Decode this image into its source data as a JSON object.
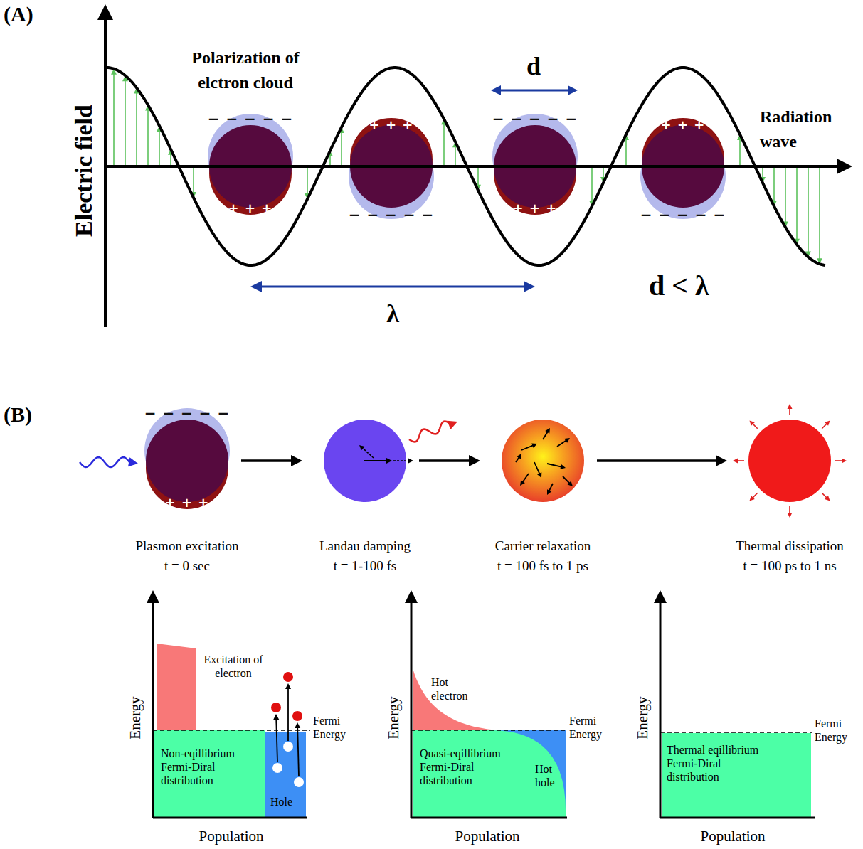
{
  "diagram": {
    "nodes": [
      {
        "text": [
          "Plasmon excitation",
          "t = 0 sec"
        ]
      },
      {
        "text": [
          "Landau damping",
          "t = 1-100 fs"
        ]
      },
      {
        "text": [
          "Carrier relaxation",
          "t = 100 fs to 1 ps"
        ]
      },
      {
        "text": [
          "Thermal dissipation",
          "t = 100 ps to 1 ns"
        ]
      }
    ],
    "edges": [
      {
        "from": 0,
        "to": 1,
        "arrow": "to"
      },
      {
        "from": 1,
        "to": 2,
        "arrow": "to"
      },
      {
        "from": 2,
        "to": 3,
        "arrow": "to"
      }
    ],
    "labels": [
      "(A)",
      "Electric field",
      "Polarization of elctron cloud",
      "d",
      "Radiation wave",
      "− − − − −",
      "+ + + + +",
      "+ + + + +",
      "− − − − −",
      "− − − − −",
      "+ + + + +",
      "+ + + + +",
      "− − − − −",
      "λ",
      "d < λ",
      "(B)",
      "− − − − −",
      "+ + + + +",
      "Excitation of electron",
      "Energy",
      "Fermi Energy",
      "Non-eqillibrium Fermi-Diral distribution",
      "Hole",
      "Population",
      "Hot electron",
      "Energy",
      "Fermi Energy",
      "Quasi-eqillibrium Fermi-Diral distribution",
      "Hot hole",
      "Population",
      "Energy",
      "Fermi Energy",
      "Thermal eqillibrium Fermi-Diral distribution",
      "Population"
    ]
  }
}
